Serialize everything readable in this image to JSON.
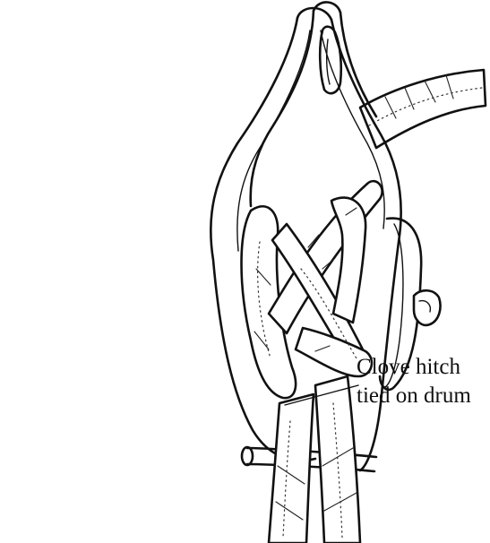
{
  "callout": {
    "line1": "Clove hitch",
    "line2": "tied on drum"
  },
  "colors": {
    "ink": "#111111",
    "paper": "#ffffff"
  },
  "icons": [
    "pulley-block-illustration",
    "rope",
    "clove-hitch-knot",
    "drum-axle-bolt",
    "shackle-eye"
  ]
}
